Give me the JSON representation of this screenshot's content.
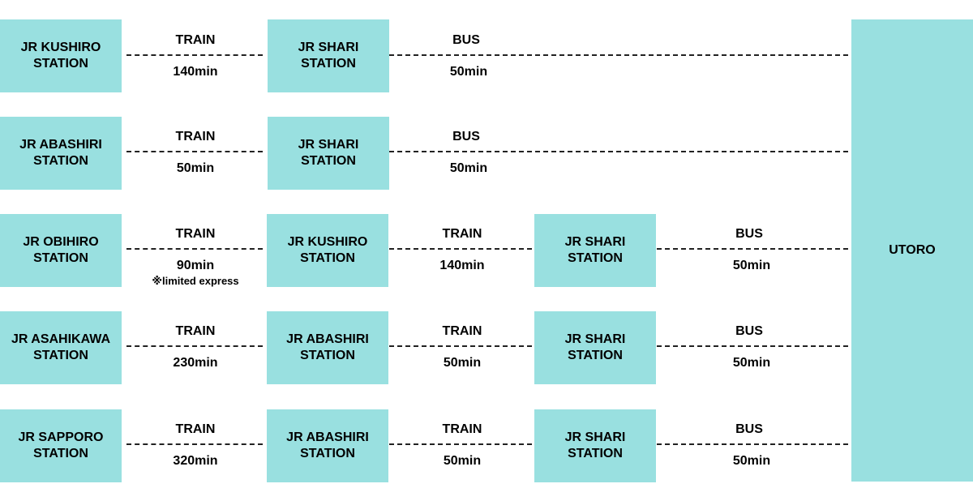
{
  "destination": {
    "label": "UTORO"
  },
  "routes": [
    {
      "stations": [
        {
          "line1": "JR KUSHIRO",
          "line2": "STATION"
        },
        {
          "line1": "JR SHARI",
          "line2": "STATION"
        }
      ],
      "legs": [
        {
          "mode": "TRAIN",
          "time": "140min"
        },
        {
          "mode": "BUS",
          "time": "50min"
        }
      ]
    },
    {
      "stations": [
        {
          "line1": "JR ABASHIRI",
          "line2": "STATION"
        },
        {
          "line1": "JR SHARI",
          "line2": "STATION"
        }
      ],
      "legs": [
        {
          "mode": "TRAIN",
          "time": "50min"
        },
        {
          "mode": "BUS",
          "time": "50min"
        }
      ]
    },
    {
      "stations": [
        {
          "line1": "JR OBIHIRO",
          "line2": "STATION"
        },
        {
          "line1": "JR KUSHIRO",
          "line2": "STATION"
        },
        {
          "line1": "JR SHARI",
          "line2": "STATION"
        }
      ],
      "legs": [
        {
          "mode": "TRAIN",
          "time": "90min",
          "note": "※limited express"
        },
        {
          "mode": "TRAIN",
          "time": "140min"
        },
        {
          "mode": "BUS",
          "time": "50min"
        }
      ]
    },
    {
      "stations": [
        {
          "line1": "JR ASAHIKAWA",
          "line2": "STATION"
        },
        {
          "line1": "JR ABASHIRI",
          "line2": "STATION"
        },
        {
          "line1": "JR SHARI",
          "line2": "STATION"
        }
      ],
      "legs": [
        {
          "mode": "TRAIN",
          "time": "230min"
        },
        {
          "mode": "TRAIN",
          "time": "50min"
        },
        {
          "mode": "BUS",
          "time": "50min"
        }
      ]
    },
    {
      "stations": [
        {
          "line1": "JR SAPPORO",
          "line2": "STATION"
        },
        {
          "line1": "JR ABASHIRI",
          "line2": "STATION"
        },
        {
          "line1": "JR SHARI",
          "line2": "STATION"
        }
      ],
      "legs": [
        {
          "mode": "TRAIN",
          "time": "320min"
        },
        {
          "mode": "TRAIN",
          "time": "50min"
        },
        {
          "mode": "BUS",
          "time": "50min"
        }
      ]
    }
  ]
}
